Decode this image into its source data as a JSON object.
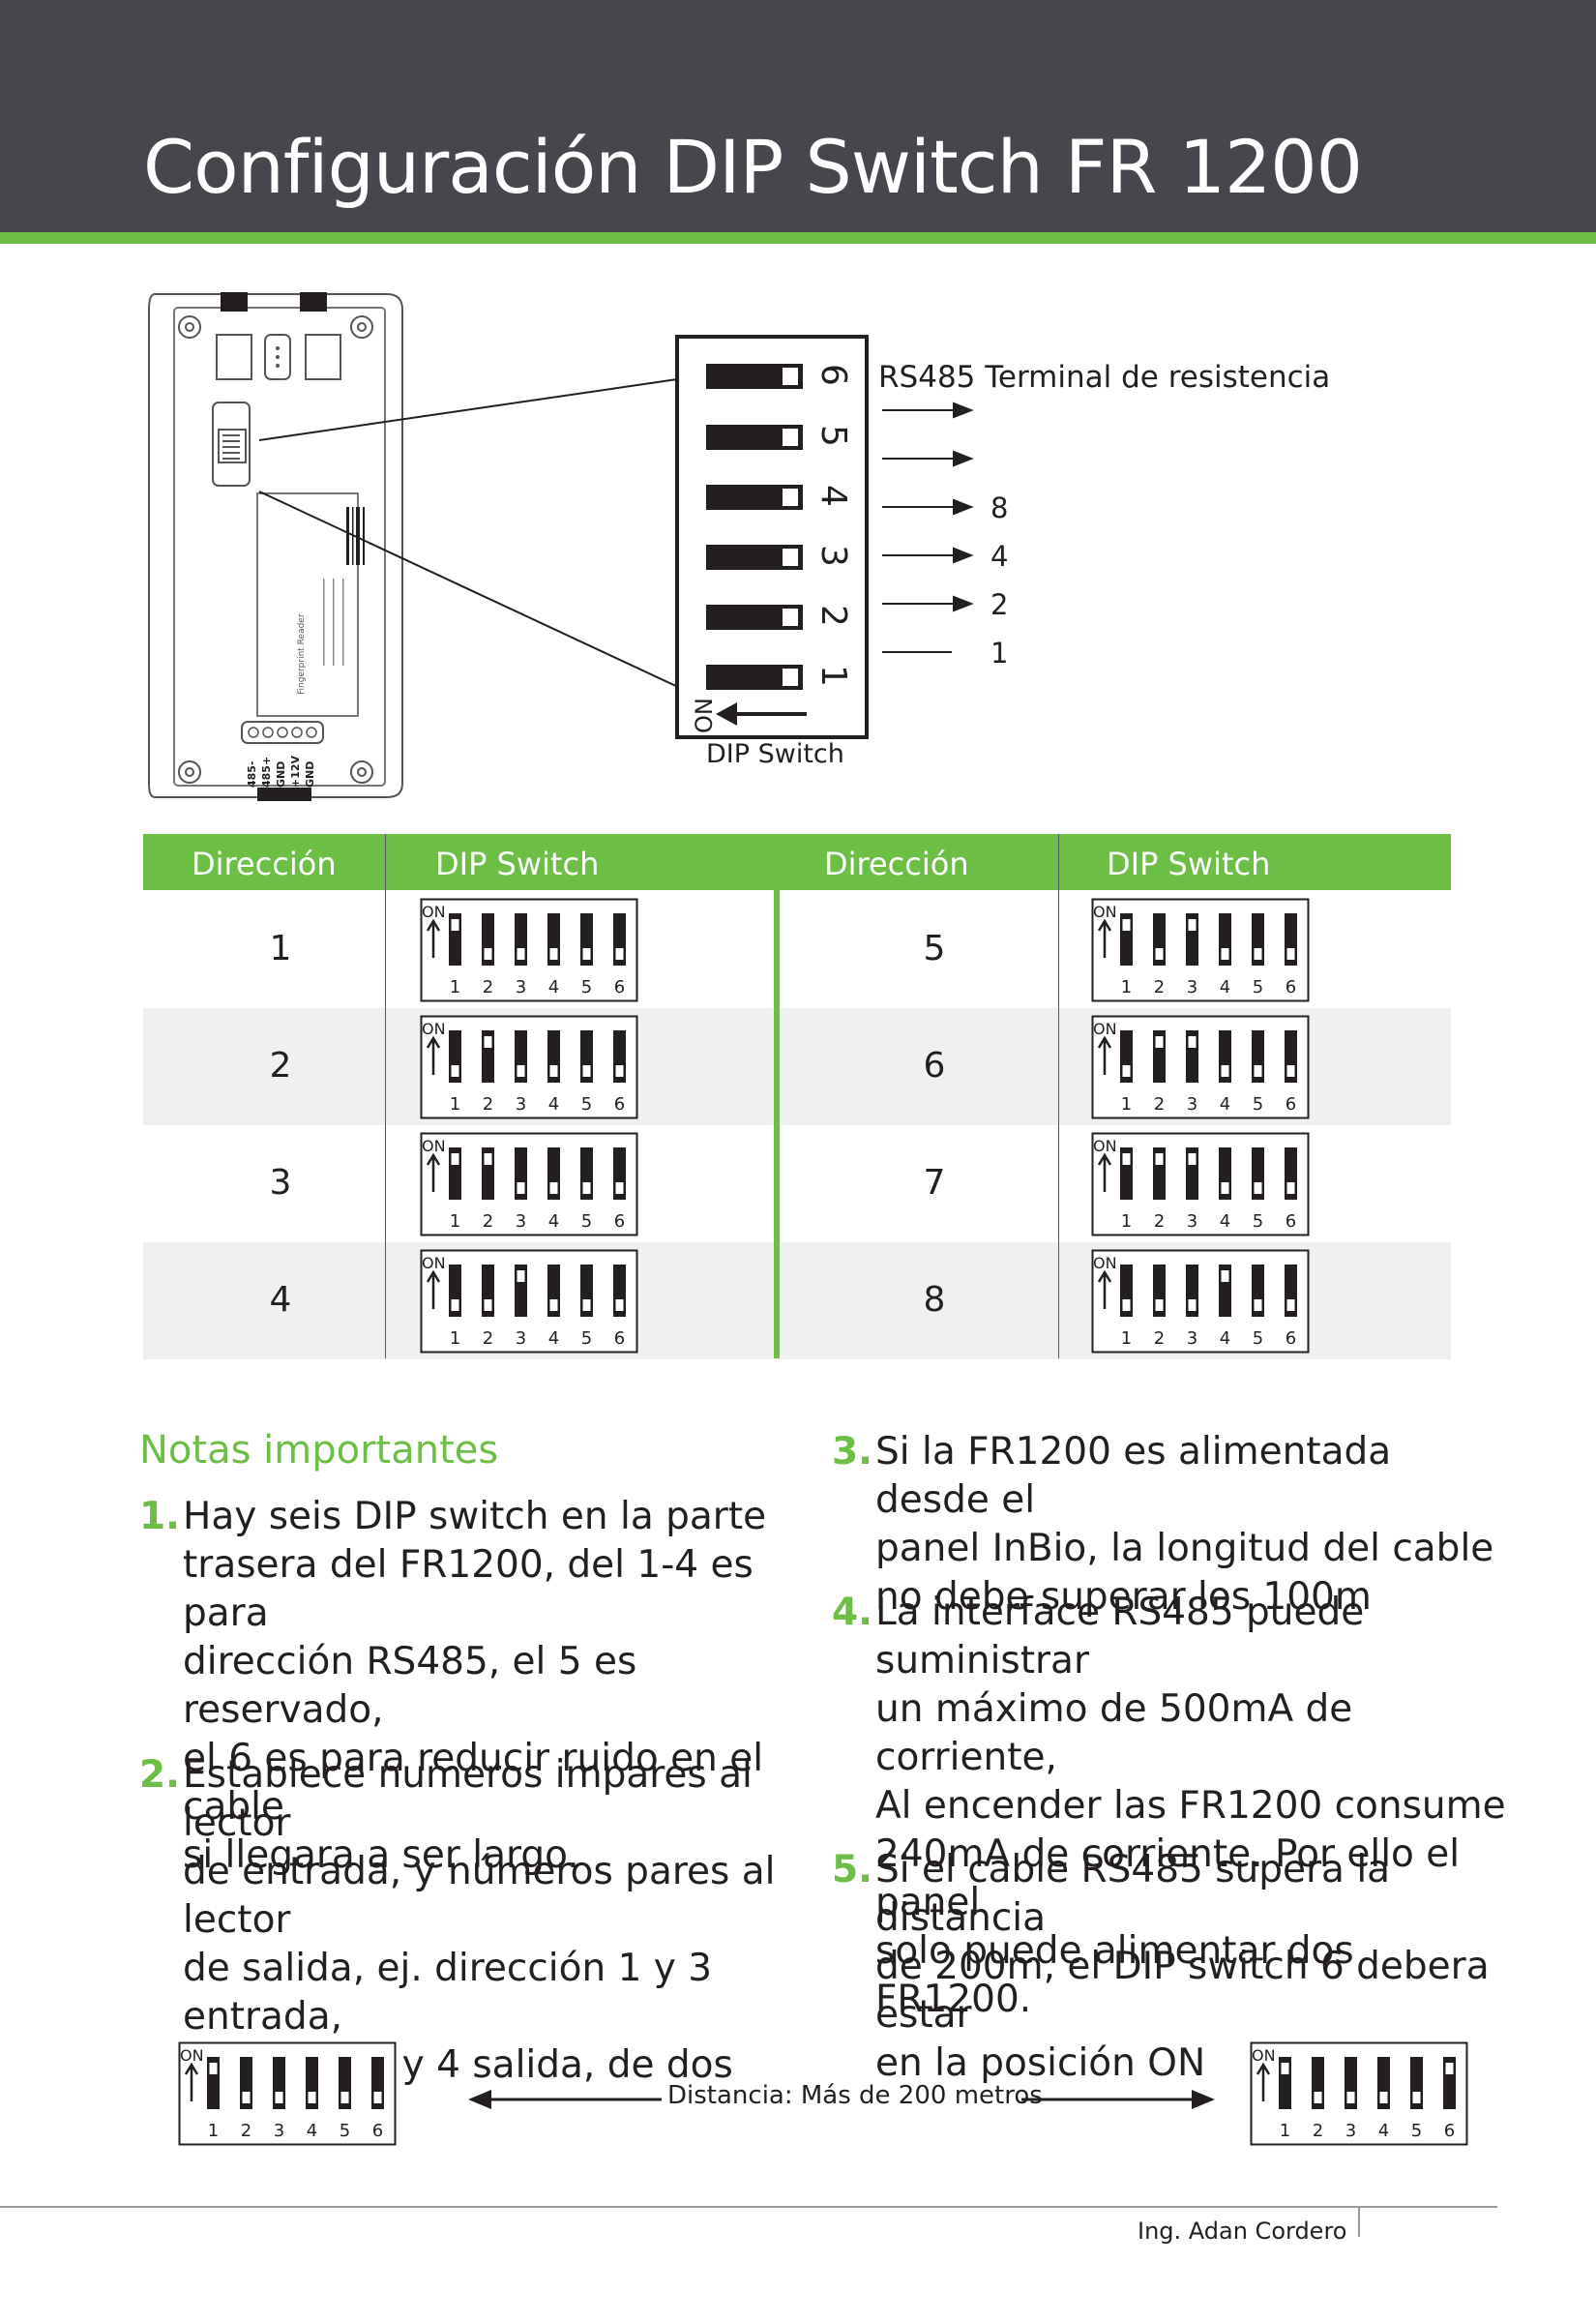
{
  "header": {
    "title": "Configuración DIP Switch FR 1200"
  },
  "device": {
    "pin_labels": [
      "485-",
      "485+",
      "GND",
      "+12V",
      "GND"
    ],
    "label_reader": "Fingerprint Reader"
  },
  "diagram": {
    "switch_numbers": [
      "6",
      "5",
      "4",
      "3",
      "2",
      "1"
    ],
    "on_label": "ON",
    "caption": "DIP Switch",
    "annotation_title": "RS485 Terminal de resistencia",
    "weights": [
      "8",
      "4",
      "2",
      "1"
    ]
  },
  "table": {
    "headers": [
      "Dirección",
      "DIP Switch",
      "Dirección",
      "DIP Switch"
    ],
    "dip_on_label": "ON",
    "dip_numbers": [
      "1",
      "2",
      "3",
      "4",
      "5",
      "6"
    ],
    "rows": [
      {
        "left_address": "1",
        "left_on": [
          1,
          0,
          0,
          0,
          0,
          0
        ],
        "right_address": "5",
        "right_on": [
          1,
          0,
          1,
          0,
          0,
          0
        ]
      },
      {
        "left_address": "2",
        "left_on": [
          0,
          1,
          0,
          0,
          0,
          0
        ],
        "right_address": "6",
        "right_on": [
          0,
          1,
          1,
          0,
          0,
          0
        ]
      },
      {
        "left_address": "3",
        "left_on": [
          1,
          1,
          0,
          0,
          0,
          0
        ],
        "right_address": "7",
        "right_on": [
          1,
          1,
          1,
          0,
          0,
          0
        ]
      },
      {
        "left_address": "4",
        "left_on": [
          0,
          0,
          1,
          0,
          0,
          0
        ],
        "right_address": "8",
        "right_on": [
          0,
          0,
          0,
          1,
          0,
          0
        ]
      }
    ]
  },
  "notes": {
    "title": "Notas importantes",
    "items": [
      {
        "num": "1.",
        "text": "Hay seis DIP switch en la parte\ntrasera del FR1200, del 1-4 es para\ndirección RS485, el 5 es reservado,\nel 6 es para reducir ruido en el cable\nsi llegara a ser largo."
      },
      {
        "num": "2.",
        "text": "Establece numeros impares al lector\nde entrada, y números pares al lector\nde salida, ej. dirección 1 y 3 entrada,\ndirección 2 y 4 salida, de dos puertas"
      },
      {
        "num": "3.",
        "text": "Si la FR1200 es alimentada desde el\npanel InBio, la longitud del cable\nno debe superar los 100m"
      },
      {
        "num": "4.",
        "text": "La interface RS485 puede suministrar\nun máximo de 500mA de corriente,\nAl encender las FR1200 consume\n240mA de corriente. Por ello el panel\nsolo puede alimentar dos FR1200."
      },
      {
        "num": "5.",
        "text": "Si el cable RS485 supera la distancia\nde 200m, el DIP switch 6 debera estar\nen la posición ON"
      }
    ]
  },
  "distance": {
    "label": "Distancia: Más de 200 metros",
    "left_on": [
      1,
      0,
      0,
      0,
      0,
      0
    ],
    "right_on": [
      1,
      0,
      0,
      0,
      0,
      1
    ]
  },
  "footer": {
    "author": "Ing. Adan Cordero"
  }
}
